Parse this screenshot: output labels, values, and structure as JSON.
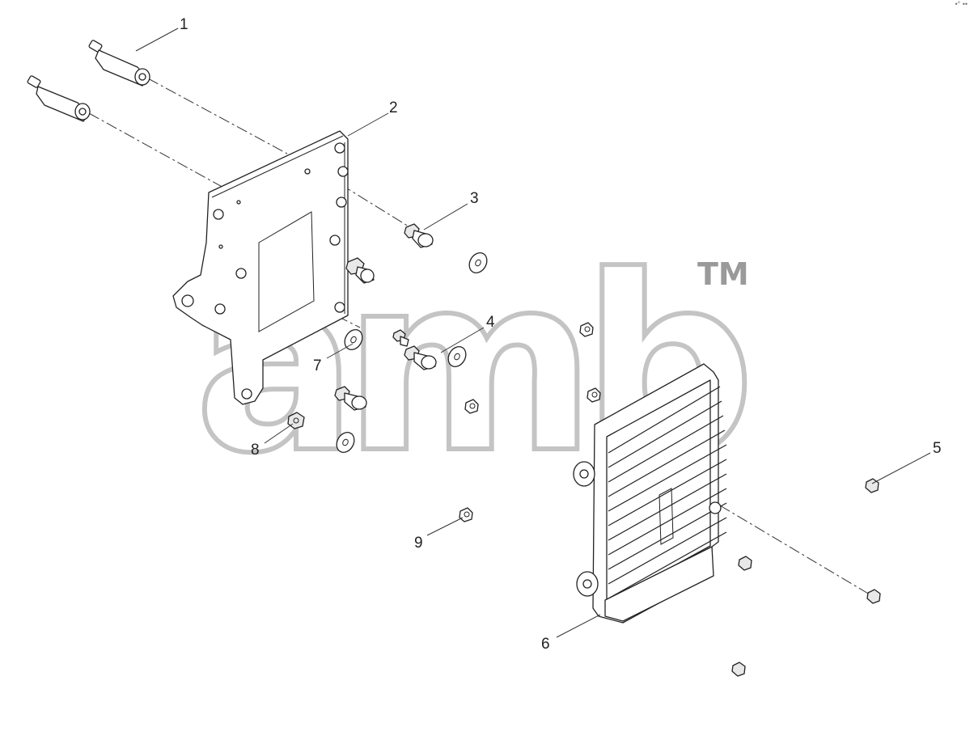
{
  "diagram": {
    "callouts": [
      {
        "id": "1",
        "label": "1"
      },
      {
        "id": "2",
        "label": "2"
      },
      {
        "id": "3",
        "label": "3"
      },
      {
        "id": "4",
        "label": "4"
      },
      {
        "id": "5",
        "label": "5"
      },
      {
        "id": "6",
        "label": "6"
      },
      {
        "id": "7",
        "label": "7"
      },
      {
        "id": "8",
        "label": "8"
      },
      {
        "id": "9",
        "label": "9"
      }
    ]
  },
  "watermark": {
    "logo_text": "amb",
    "trademark": "TM"
  },
  "corner_mark": "•° ••"
}
